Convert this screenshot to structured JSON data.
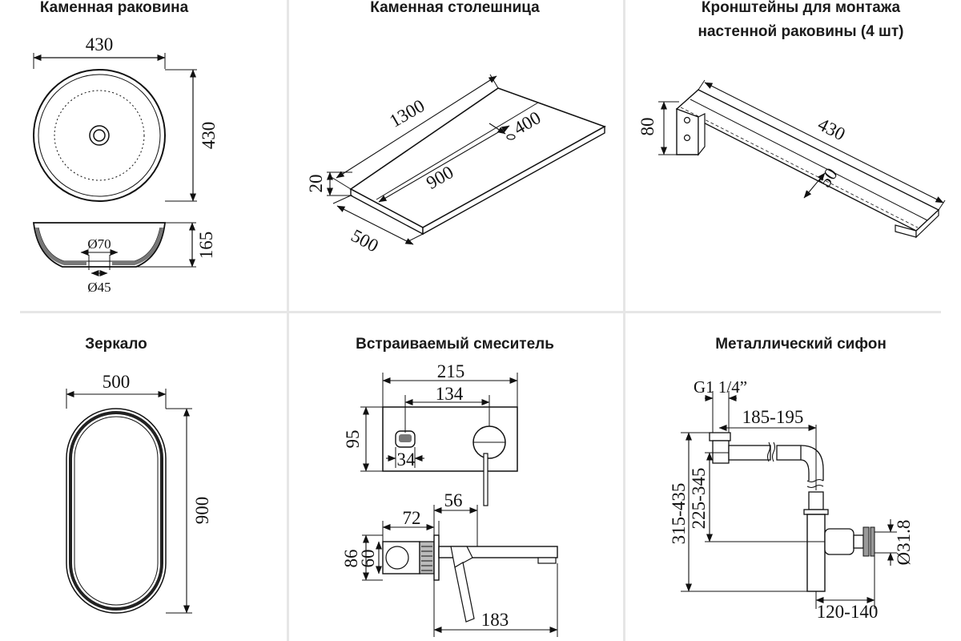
{
  "titles": {
    "sink": "Каменная раковина",
    "countertop": "Каменная столешница",
    "brackets_line1": "Кронштейны для монтажа",
    "brackets_line2": "настенной раковины (4 шт)",
    "mirror": "Зеркало",
    "mixer": "Встраиваемый смеситель",
    "siphon": "Металлический сифон"
  },
  "dims": {
    "sink_width": "430",
    "sink_depth": "430",
    "sink_height": "165",
    "sink_outlet_outer": "Ø70",
    "sink_outlet_inner": "Ø45",
    "top_length": "1300",
    "top_bowl": "900",
    "top_hole": "400",
    "top_thickness": "20",
    "top_depth": "500",
    "bracket_length": "430",
    "bracket_height": "80",
    "bracket_width": "50",
    "mirror_width": "500",
    "mirror_height": "900",
    "mixer_plate_width": "215",
    "mixer_spacing": "134",
    "mixer_plate_height": "95",
    "mixer_knob": "34",
    "mixer_body": "72",
    "mixer_spout_offset": "56",
    "mixer_body_height": "86",
    "mixer_body_inner": "60",
    "mixer_spout_length": "183",
    "siphon_thread": "G1 1/4”",
    "siphon_reach": "185-195",
    "siphon_height_total": "315-435",
    "siphon_height_inner": "225-345",
    "siphon_pipe": "Ø31.8",
    "siphon_depth": "120-140"
  }
}
